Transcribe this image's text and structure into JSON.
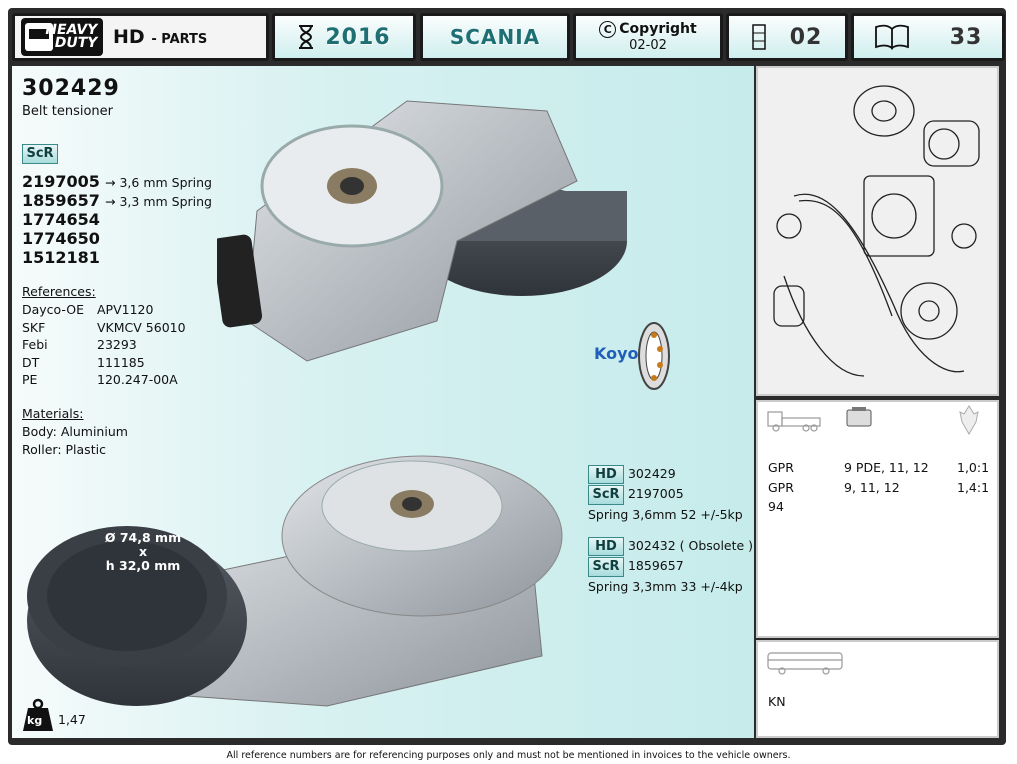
{
  "header": {
    "logo_line1": "HEAVY",
    "logo_line2": "DUTY",
    "brand_hd": "HD",
    "brand_parts": "- PARTS",
    "year": "2016",
    "make": "SCANIA",
    "copyright_label": "Copyright",
    "copyright_date": "02-02",
    "page_group": "02",
    "book_page": "33"
  },
  "part": {
    "number": "302429",
    "description": "Belt tensioner",
    "oe_brand": "ScR",
    "oe_numbers": [
      {
        "num": "2197005",
        "note": "→ 3,6 mm Spring"
      },
      {
        "num": "1859657",
        "note": "→ 3,3 mm Spring"
      },
      {
        "num": "1774654",
        "note": ""
      },
      {
        "num": "1774650",
        "note": ""
      },
      {
        "num": "1512181",
        "note": ""
      }
    ],
    "references_title": "References:",
    "references": [
      {
        "brand": "Dayco-OE",
        "ref": "APV1120"
      },
      {
        "brand": "SKF",
        "ref": "VKMCV 56010"
      },
      {
        "brand": "Febi",
        "ref": "23293"
      },
      {
        "brand": "DT",
        "ref": "111185"
      },
      {
        "brand": "PE",
        "ref": "120.247-00A"
      }
    ],
    "materials_title": "Materials:",
    "materials": [
      "Body: Aluminium",
      "Roller: Plastic"
    ],
    "roller_dim1": "Ø 74,8 mm",
    "roller_dim2": "x",
    "roller_dim3": "h 32,0 mm",
    "bearing_brand": "Koyo.",
    "weight_label": "kg",
    "weight": "1,47"
  },
  "variants": [
    {
      "hd_label": "HD",
      "hd_num": "302429",
      "scr_label": "ScR",
      "scr_num": "2197005",
      "spring": "Spring 3,6mm  52 +/-5kp"
    },
    {
      "hd_label": "HD",
      "hd_num": "302432 ( Obsolete )",
      "scr_label": "ScR",
      "scr_num": "1859657",
      "spring": "Spring 3,3mm  33 +/-4kp"
    }
  ],
  "applications": [
    {
      "model": "GPR",
      "engine": "9 PDE,  11,  12",
      "ratio": "1,0:1"
    },
    {
      "model": "GPR",
      "engine": "9,  11,  12",
      "ratio": "1,4:1"
    },
    {
      "model": "94",
      "engine": "",
      "ratio": ""
    }
  ],
  "bus_application": "KN",
  "footer": "All reference numbers are for referencing purposes only and must not be mentioned in invoices to the vehicle owners.",
  "colors": {
    "accent_teal": "#1e6f73",
    "panel_bg": "#c6ebeb",
    "frame": "#2b2b2b"
  }
}
